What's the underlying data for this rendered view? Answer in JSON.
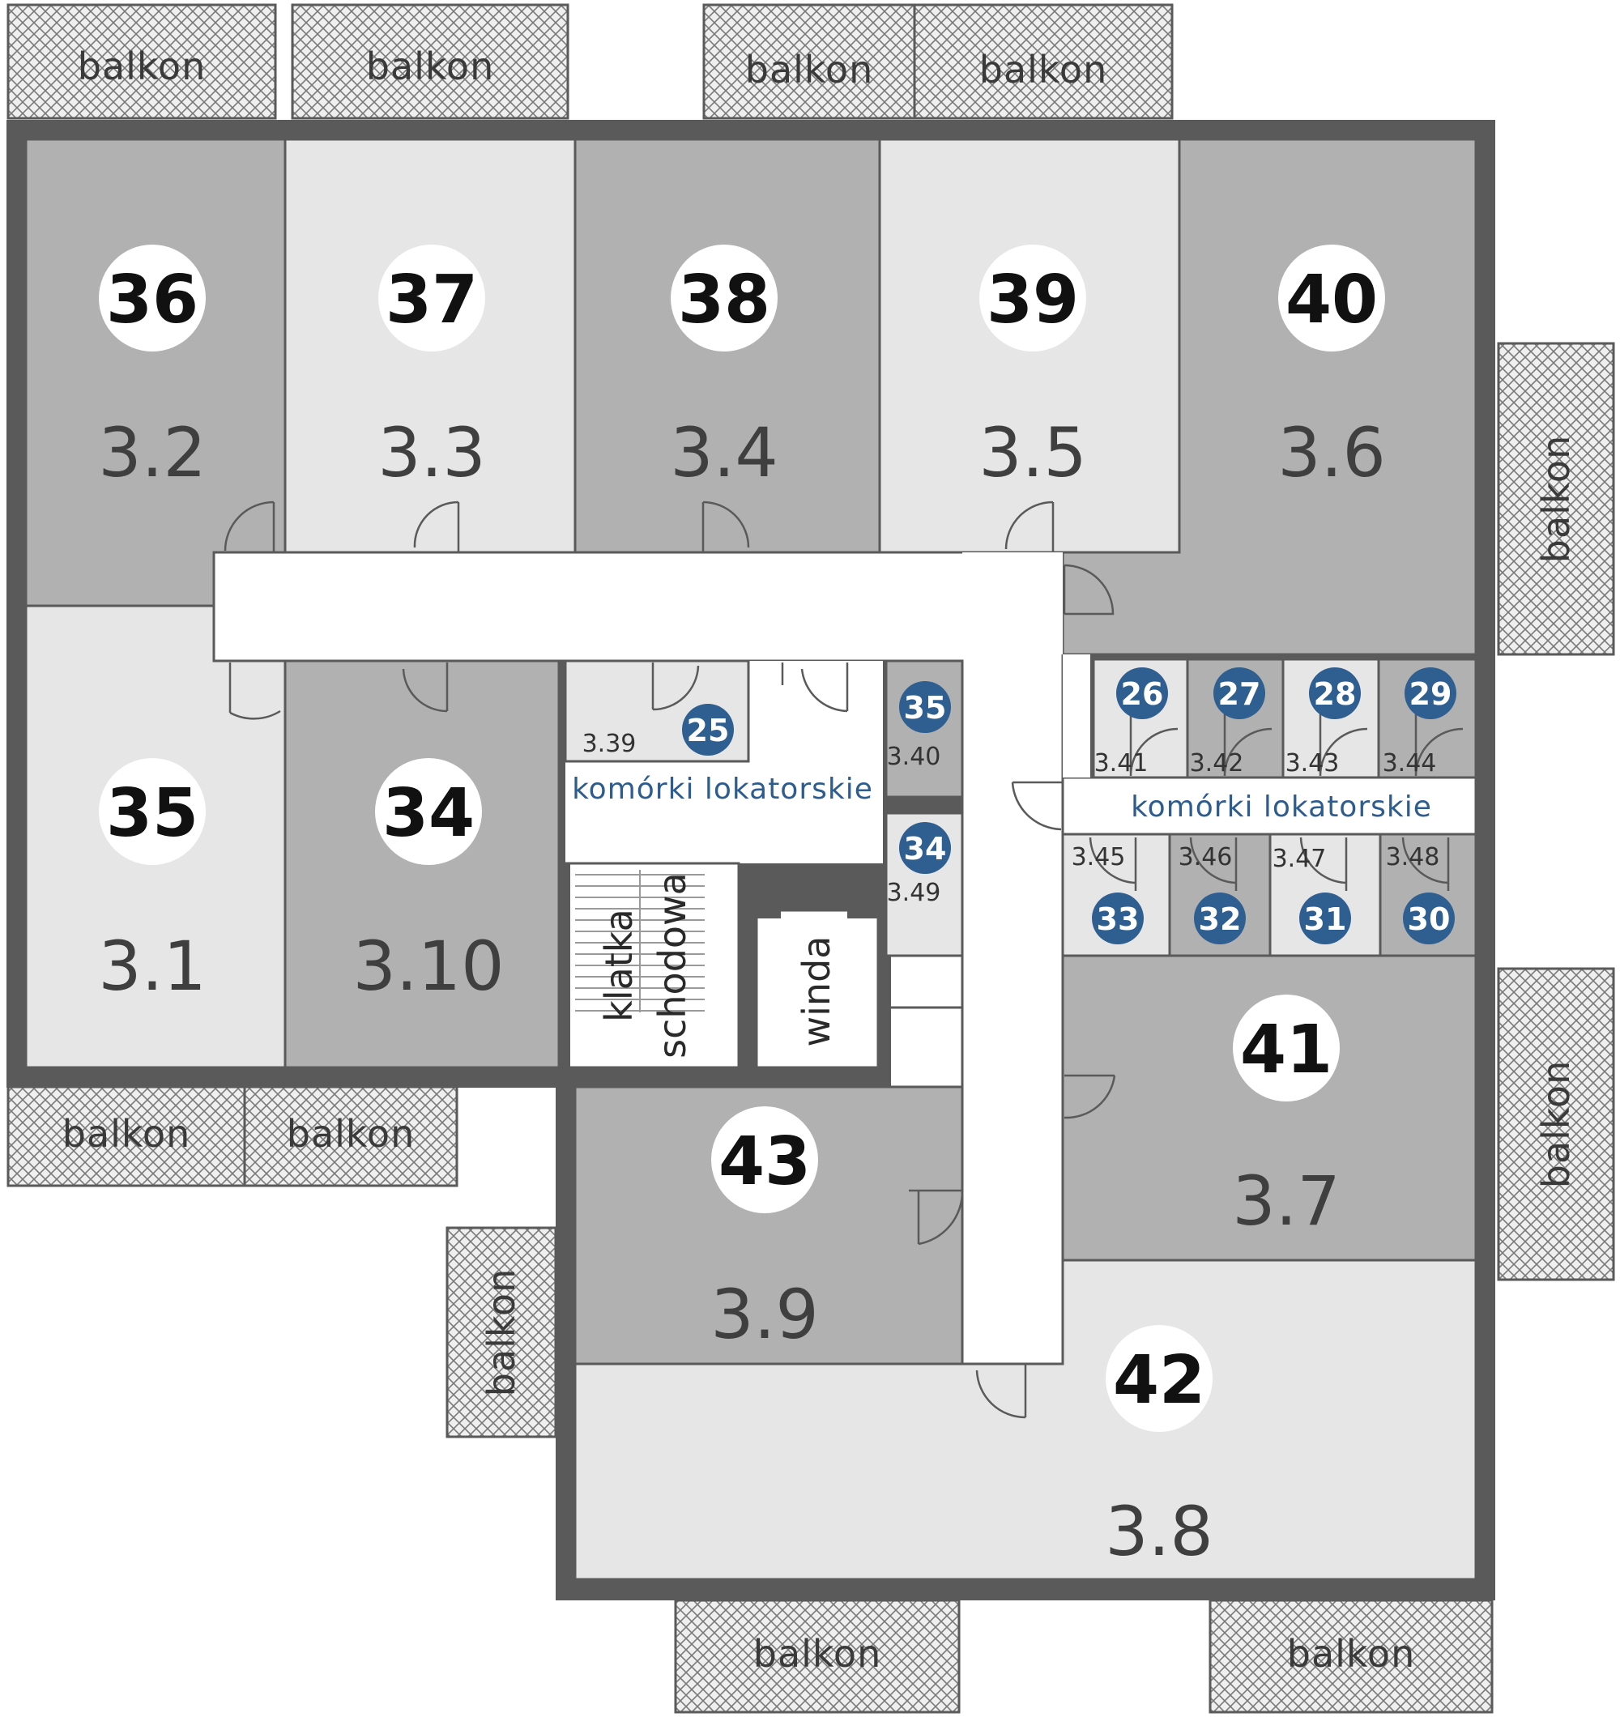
{
  "colors": {
    "wall": "#5a5a5a",
    "dark_unit": "#b1b1b1",
    "light_unit": "#e6e6e6",
    "corridor": "#ffffff",
    "storage_badge": "#2e5f90",
    "storage_text": "#2d5d8f"
  },
  "labels": {
    "balkon": "balkon",
    "komorki_lokatorskie": "komórki lokatorskie",
    "klatka": "klatka",
    "schodowa": "schodowa",
    "winda": "winda"
  },
  "apartments": [
    {
      "id": "a36",
      "number": "36",
      "code": "3.2",
      "shade": "dark"
    },
    {
      "id": "a37",
      "number": "37",
      "code": "3.3",
      "shade": "light"
    },
    {
      "id": "a38",
      "number": "38",
      "code": "3.4",
      "shade": "dark"
    },
    {
      "id": "a39",
      "number": "39",
      "code": "3.5",
      "shade": "light"
    },
    {
      "id": "a40",
      "number": "40",
      "code": "3.6",
      "shade": "dark"
    },
    {
      "id": "a35",
      "number": "35",
      "code": "3.1",
      "shade": "light"
    },
    {
      "id": "a34",
      "number": "34",
      "code": "3.10",
      "shade": "dark"
    },
    {
      "id": "a41",
      "number": "41",
      "code": "3.7",
      "shade": "dark"
    },
    {
      "id": "a43",
      "number": "43",
      "code": "3.9",
      "shade": "dark"
    },
    {
      "id": "a42",
      "number": "42",
      "code": "3.8",
      "shade": "light"
    }
  ],
  "storage_units": [
    {
      "id": "s25",
      "number": "25",
      "code": "3.39"
    },
    {
      "id": "s35",
      "number": "35",
      "code": "3.40"
    },
    {
      "id": "s34",
      "number": "34",
      "code": "3.49"
    },
    {
      "id": "s26",
      "number": "26",
      "code": "3.41"
    },
    {
      "id": "s27",
      "number": "27",
      "code": "3.42"
    },
    {
      "id": "s28",
      "number": "28",
      "code": "3.43"
    },
    {
      "id": "s29",
      "number": "29",
      "code": "3.44"
    },
    {
      "id": "s33",
      "number": "33",
      "code": "3.45"
    },
    {
      "id": "s32",
      "number": "32",
      "code": "3.46"
    },
    {
      "id": "s31",
      "number": "31",
      "code": "3.47"
    },
    {
      "id": "s30",
      "number": "30",
      "code": "3.48"
    }
  ]
}
